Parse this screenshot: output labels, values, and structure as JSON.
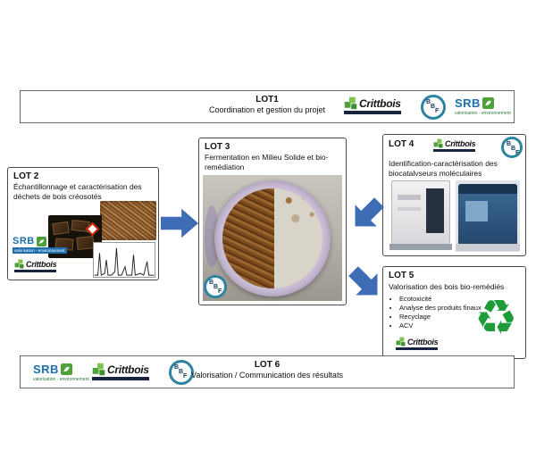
{
  "banner_top": {
    "title": "LOT1",
    "subtitle": "Coordination et gestion du projet"
  },
  "lot2": {
    "title": "LOT 2",
    "subtitle": "Échantillonnage et caractérisation des déchets de bois créosotés"
  },
  "lot3": {
    "title": "LOT 3",
    "subtitle": "Fermentation en Milieu Solide et bio-remédiation"
  },
  "lot4": {
    "title": "LOT 4",
    "subtitle": "Identification-caractérisation des biocatalyseurs moléculaires"
  },
  "lot5": {
    "title": "LOT 5",
    "subtitle": "Valorisation des bois bio-remédiés",
    "bullets": [
      "Ecotoxicité",
      "Analyse des produits finaux",
      "Recyclage",
      "ACV"
    ]
  },
  "banner_bottom": {
    "title": "LOT 6",
    "subtitle": "Valorisation / Communication des résultats"
  },
  "logos": {
    "crittbois_text": "Crittbois",
    "srb_text": "SRB",
    "srb_subtext": "valorisation - environnement",
    "bbf_letters": [
      "B",
      "B",
      "F"
    ]
  },
  "icons": {
    "recycle_glyph": "♻"
  },
  "colors": {
    "arrow_blue": "#3E6DB5",
    "recycle_green": "#1E9C3A",
    "crittbois_green": "#6CB33F",
    "crittbois_bar": "#16243E",
    "srb_blue": "#1C6FA8",
    "srb_green": "#4EA03A",
    "bbf_teal": "#2C84A0",
    "box_border": "#4A4A4A"
  }
}
